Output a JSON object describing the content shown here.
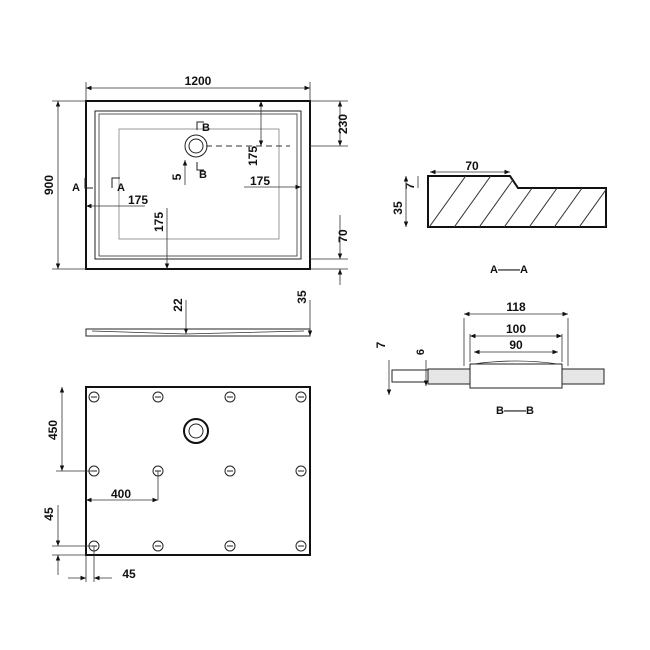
{
  "top_view": {
    "width": "1200",
    "height": "900",
    "depth_230": "230",
    "waste_175_v": "175",
    "waste_175_h": "175",
    "left_175": "175",
    "bottom_175": "175",
    "edge_70": "70",
    "gap_5": "5",
    "section_a": "A",
    "section_b": "B"
  },
  "side_view": {
    "fall_22": "22",
    "height_35": "35"
  },
  "section_aa": {
    "width_70": "70",
    "lip_7": "7",
    "height_35": "35",
    "title": "A——A"
  },
  "section_bb": {
    "width_118": "118",
    "width_100": "100",
    "width_90": "90",
    "lip_7": "7",
    "depth_6": "6",
    "title": "B——B"
  },
  "bottom_view": {
    "dim_450": "450",
    "dim_400": "400",
    "dim_45_v": "45",
    "dim_45_h": "45"
  }
}
